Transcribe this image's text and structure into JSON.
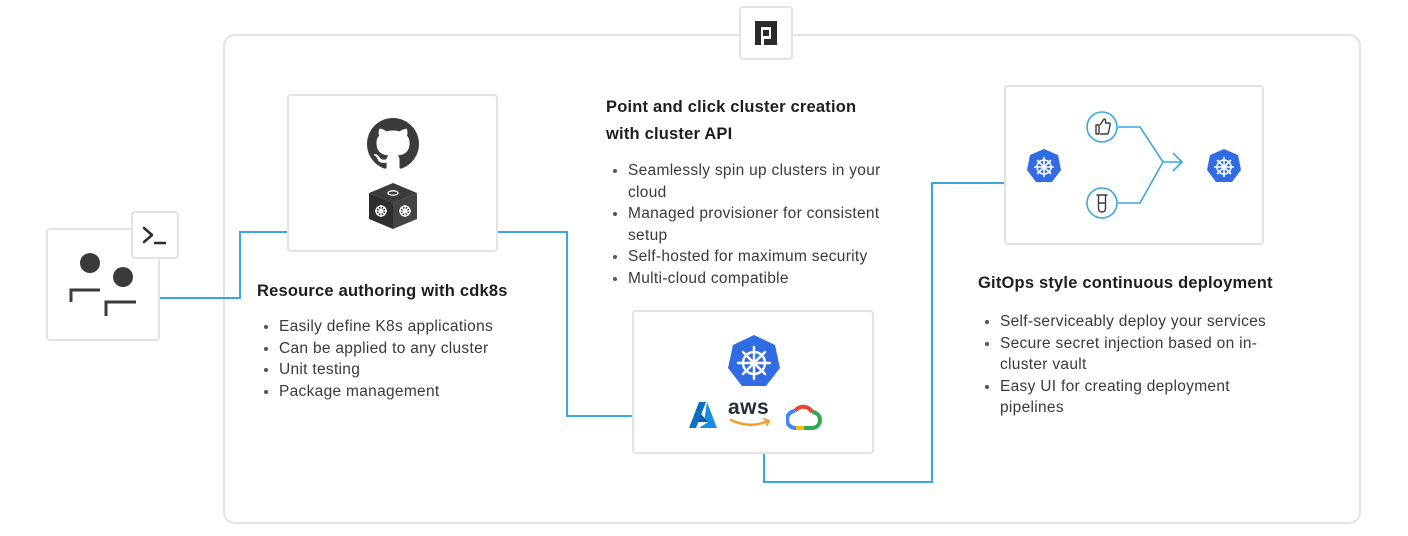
{
  "sections": {
    "authoring": {
      "title": "Resource authoring with cdk8s",
      "bullets": [
        "Easily define K8s applications",
        "Can be applied to any cluster",
        "Unit testing",
        "Package management"
      ]
    },
    "cluster": {
      "title_line1": "Point and click cluster creation",
      "title_line2": "with cluster API",
      "bullets": [
        "Seamlessly spin up clusters in your cloud",
        "Managed provisioner for consistent setup",
        "Self-hosted for maximum security",
        "Multi-cloud compatible"
      ]
    },
    "deployment": {
      "title": "GitOps style continuous deployment",
      "bullets": [
        "Self-serviceably deploy your services",
        "Secure secret injection based on in-cluster vault",
        "Easy UI for creating deployment pipelines"
      ]
    }
  },
  "cloud_labels": {
    "aws": "aws"
  },
  "colors": {
    "connector": "#3aa8e0",
    "kubernetes_blue": "#326ce5",
    "border": "#e3e3e3",
    "icon_dark": "#3b3b3b"
  },
  "icons": {
    "logo": "plural-logo-icon",
    "user": "users-icon",
    "terminal": "terminal-icon",
    "github": "github-icon",
    "cdk8s": "cdk8s-cube-icon",
    "kubernetes": "kubernetes-icon",
    "azure": "azure-icon",
    "aws": "aws-icon",
    "gcp": "google-cloud-icon",
    "approve": "thumbs-up-icon",
    "test": "test-tube-icon"
  }
}
